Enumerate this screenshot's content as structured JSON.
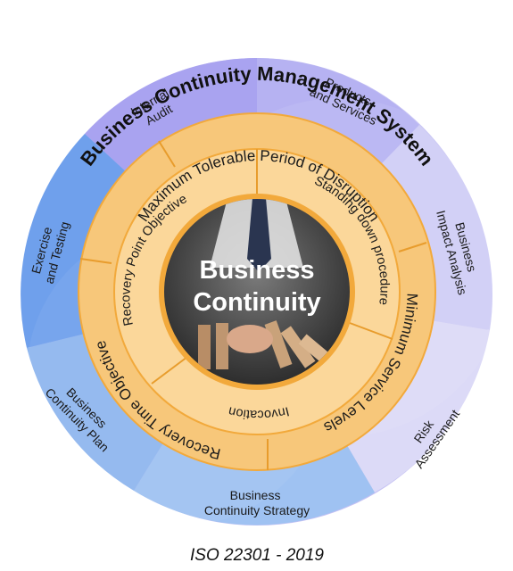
{
  "title": "Business Continuity Management System",
  "footer": "ISO 22301 - 2019",
  "center": {
    "line1": "Business",
    "line2": "Continuity"
  },
  "outer_ring": [
    {
      "id": "internal-audit",
      "lines": [
        "Internal",
        "Audit"
      ],
      "color": "#a9a3f0"
    },
    {
      "id": "products-services",
      "lines": [
        "Products",
        "and Services"
      ],
      "color": "#b6b2f2"
    },
    {
      "id": "business-impact-analysis",
      "lines": [
        "Business",
        "Impact Analysis"
      ],
      "color": "#cfcdf6"
    },
    {
      "id": "risk-assessment",
      "lines": [
        "Risk",
        "Assessment"
      ],
      "color": "#dcdaf7"
    },
    {
      "id": "business-continuity-strategy",
      "lines": [
        "Business",
        "Continuity Strategy"
      ],
      "color": "#9fc2f2"
    },
    {
      "id": "business-continuity-plan",
      "lines": [
        "Business",
        "Continuity Plan"
      ],
      "color": "#8fb6ef"
    },
    {
      "id": "exercise-testing",
      "lines": [
        "Exercise",
        "and Testing"
      ],
      "color": "#6fa0ec"
    }
  ],
  "middle_ring": {
    "top": "Maximum Tolerable Period of Disruption",
    "right": "Minimum Service Levels",
    "bottom": "Recovery Time Objective"
  },
  "inner_ring": {
    "upper_left": "Recovery Point Objective",
    "upper_right": "Standing down procedure",
    "bottom": "Invocation"
  },
  "colors": {
    "orange_light": "#fbd79a",
    "orange_mid": "#f7c77a",
    "orange_border": "#f2a93b",
    "photo_dark": "#3a3a3a"
  }
}
